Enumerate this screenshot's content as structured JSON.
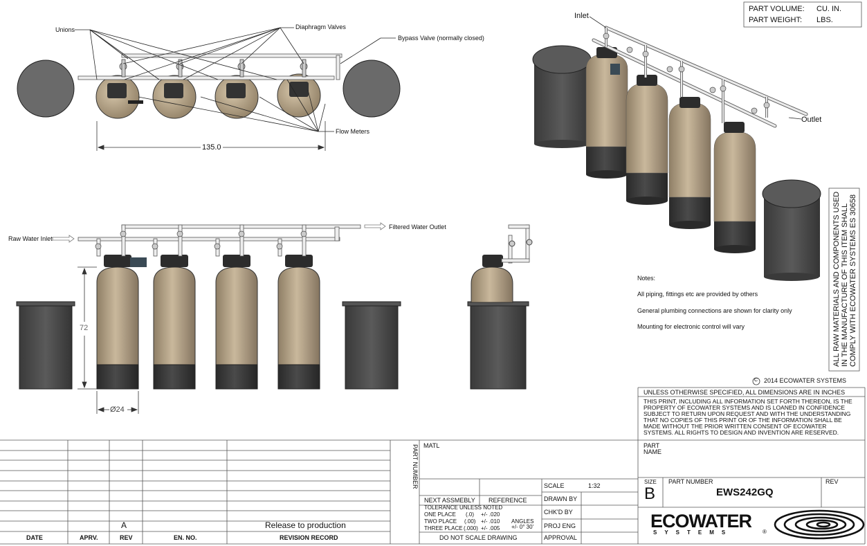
{
  "part_info": {
    "volume_label": "PART VOLUME:",
    "volume_unit": "CU. IN.",
    "weight_label": "PART WEIGHT:",
    "weight_unit": "LBS."
  },
  "top_view": {
    "unions": "Unions",
    "diaphragm_valves": "Diaphragm Valves",
    "bypass_valve": "Bypass Valve (normally closed)",
    "flow_meters": "Flow Meters",
    "width_dim": "135.0"
  },
  "front_view": {
    "raw_water_inlet": "Raw Water Inlet",
    "filtered_water_outlet": "Filtered Water Outlet",
    "height_dim": "72",
    "diameter_dim": "Ø24"
  },
  "iso_view": {
    "inlet": "Inlet",
    "outlet": "Outlet"
  },
  "notes": {
    "title": "Notes:",
    "items": [
      "All piping, fittings etc are provided by others",
      "General plumbing connections are shown for clarity only",
      "Mounting for electronic control will vary"
    ]
  },
  "compliance": {
    "line1": "ALL RAW MATERIALS AND COMPONENTS USED",
    "line2": "IN THE MANUFACTURE OF THIS ITEM SHALL",
    "line3": "COMPLY WITH ECOWATER SYSTEMS ES 30658"
  },
  "copyright": {
    "symbol": "C",
    "text": "2014 ECOWATER SYSTEMS"
  },
  "legal": {
    "dimensions": "UNLESS OTHERWISE SPECIFIED, ALL DIMENSIONS ARE IN INCHES",
    "l1": "THIS PRINT, INCLUDING ALL INFORMATION SET FORTH THEREON, IS THE",
    "l2": "PROPERTY OF ECOWATER SYSTEMS AND IS LOANED IN CONFIDENCE",
    "l3": "SUBJECT TO RETURN UPON REQUEST AND WITH THE UNDERSTANDING",
    "l4": "THAT NO COPIES OF THIS PRINT OR OF THE INFORMATION SHALL BE",
    "l5": "MADE WITHOUT THE PRIOR WRITTEN CONSENT OF ECOWATER",
    "l6": "SYSTEMS. ALL RIGHTS TO DESIGN AND INVENTION ARE RESERVED."
  },
  "revision": {
    "headers": {
      "date": "DATE",
      "apprv": "APRV.",
      "rev": "REV",
      "en_no": "EN. NO.",
      "record": "REVISION RECORD"
    },
    "rev_value": "A",
    "record_value": "Release to production"
  },
  "title_block": {
    "part_number_vertical": "PART NUMBER",
    "matl": "MATL",
    "next_assembly": "NEXT ASSMEBLY",
    "reference": "REFERENCE",
    "tolerance_title": "TOLERANCE UNLESS NOTED",
    "one_place": "ONE PLACE",
    "one_fmt": "(.0)",
    "one_val": "+/- .020",
    "two_place": "TWO PLACE",
    "two_fmt": "(.00)",
    "two_val": "+/- .010",
    "three_place": "THREE PLACE",
    "three_fmt": "(.000)",
    "three_val": "+/- .005",
    "angles": "ANGLES",
    "angles_val": "+/- 0° 30'",
    "do_not_scale": "DO NOT SCALE DRAWING",
    "scale_label": "SCALE",
    "scale_value": "1:32",
    "drawn_by": "DRAWN BY",
    "chkd_by": "CHK'D BY",
    "proj_eng": "PROJ ENG",
    "approval": "APPROVAL",
    "part_label": "PART",
    "name_label": "NAME",
    "size_label": "SIZE",
    "size_value": "B",
    "part_number_label": "PART NUMBER",
    "part_number_value": "EWS242GQ",
    "rev_label": "REV",
    "logo_main": "ECOWATER",
    "logo_sub": "SYSTEMS",
    "logo_reg": "®"
  },
  "colors": {
    "tank": "#b9a78c",
    "tank_base": "#3a3a3a",
    "brine": "#4a4a4a",
    "pipe": "#e8e8e8",
    "line": "#333333"
  }
}
